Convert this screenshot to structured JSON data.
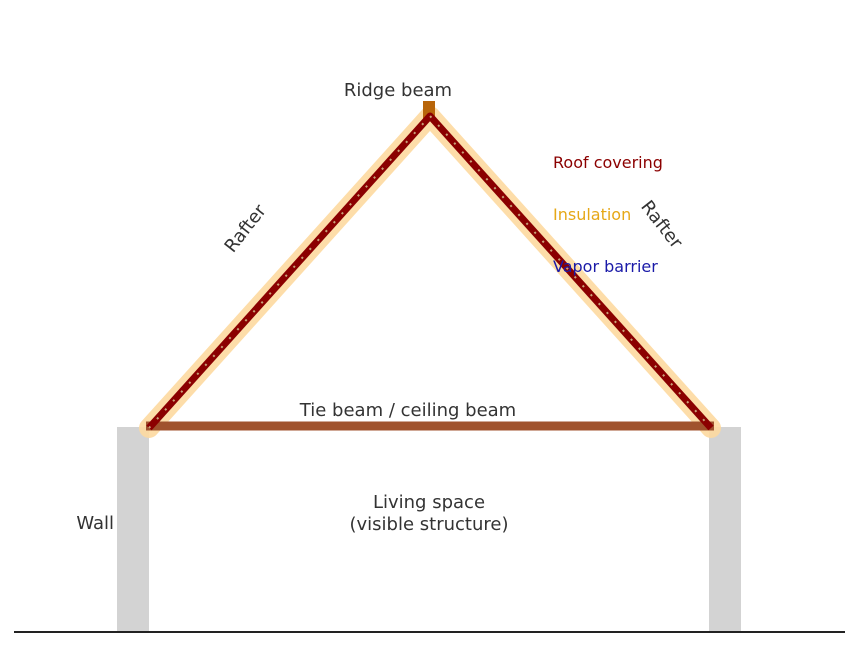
{
  "labels": {
    "ridge_beam": "Ridge beam",
    "rafter_left": "Rafter",
    "rafter_right": "Rafter",
    "tie_beam": "Tie beam / ceiling beam",
    "wall": "Wall",
    "living_space_line1": "Living space",
    "living_space_line2": "(visible structure)"
  },
  "legend": {
    "roof_covering": "Roof covering",
    "insulation": "Insulation",
    "vapor_barrier": "Vapor barrier"
  },
  "colors": {
    "roof_covering": "#8b0000",
    "insulation": "#e6a817",
    "insulation_glow": "#fdd9a0",
    "vapor_barrier": "#1a1aa8",
    "tie_beam": "#a0522d",
    "wall": "#d3d3d3",
    "ridge_beam": "#b8650a",
    "ground": "#222222",
    "text": "#333333"
  }
}
